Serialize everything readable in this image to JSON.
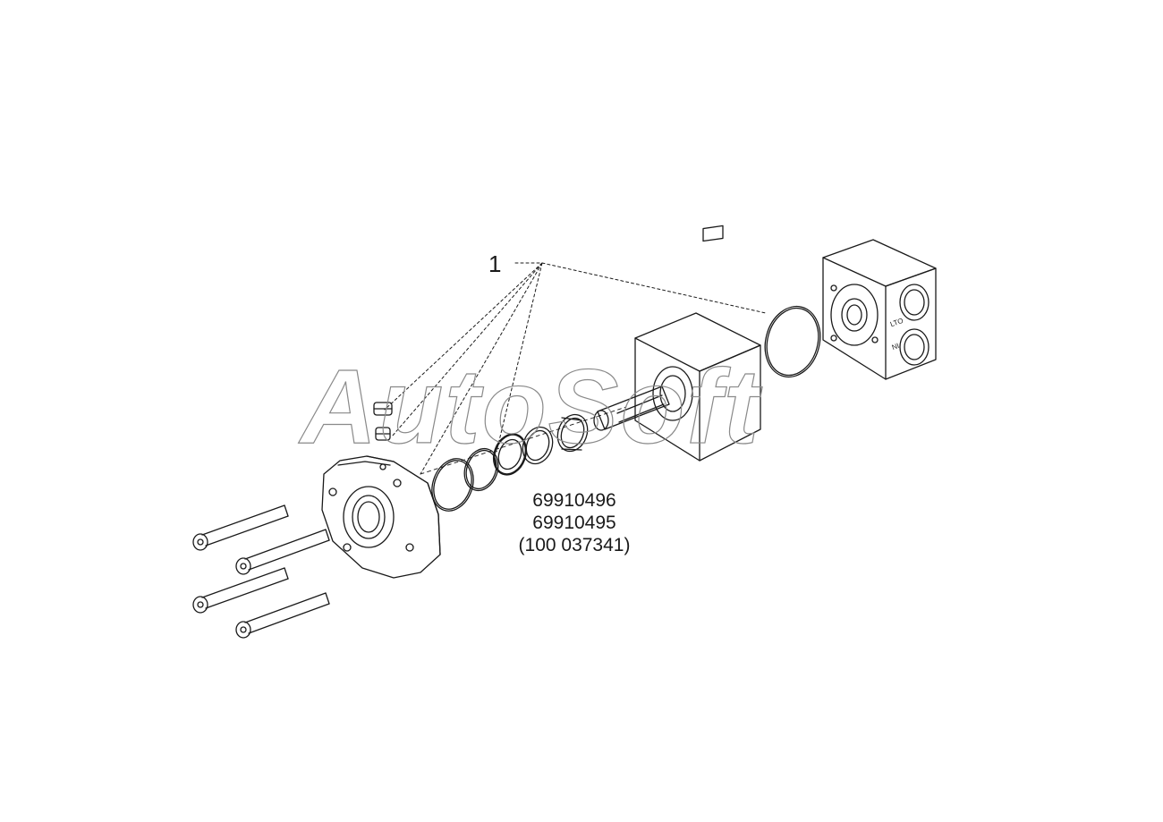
{
  "callout": {
    "label": "1"
  },
  "part_numbers": [
    "69910496",
    "69910495",
    "(100 037341)"
  ],
  "watermark": {
    "text": "AutoSoft"
  },
  "port_labels": {
    "upper": "LTO",
    "lower": "NI"
  },
  "colors": {
    "line": "#1a1a1a",
    "watermark": "#8a8a8a",
    "background": "#ffffff"
  }
}
